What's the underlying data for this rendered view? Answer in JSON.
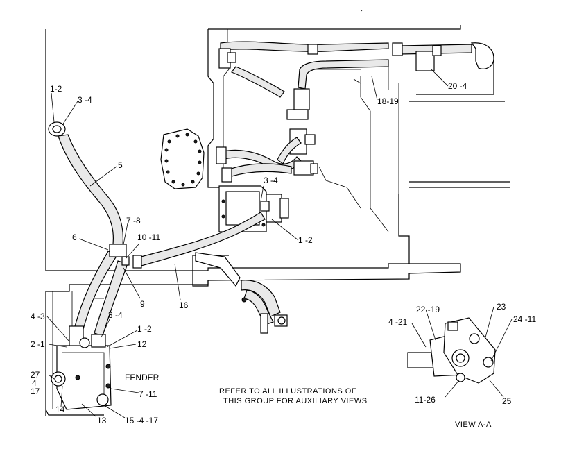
{
  "callouts": {
    "c_1_2_top": "1-2",
    "c_3_4_top": "3 -4",
    "c_5": "5",
    "c_7_8": "7 -8",
    "c_6": "6",
    "c_10_11": "10 -11",
    "c_9": "9",
    "c_16": "16",
    "c_3_4_pump": "3 -4",
    "c_1_2_pump": "1 -2",
    "c_18_19": "18-19",
    "c_20_4": "20 -4",
    "c_4_3": "4 -3",
    "c_2_1": "2 -1",
    "c_3_4_low": "3 -4",
    "c_1_2_low": "1 -2",
    "c_12": "12",
    "c_27": "27",
    "c_4": "4",
    "c_17": "17",
    "c_14": "14",
    "c_13": "13",
    "c_15_4_17": "15 -4 -17",
    "c_7_11": "7 -11",
    "c_fender": "FENDER",
    "c_4_21": "4 -21",
    "c_22_19": "22 -19",
    "c_23": "23",
    "c_24_11": "24 -11",
    "c_11_26": "11-26",
    "c_25": "25"
  },
  "notes": {
    "refer_line1": "REFER TO ALL ILLUSTRATIONS OF",
    "refer_line2": "THIS GROUP FOR AUXILIARY VIEWS",
    "view_label": "VIEW A-A"
  },
  "icons": {
    "diagram": "hydraulic-hose-assembly-illustration"
  }
}
